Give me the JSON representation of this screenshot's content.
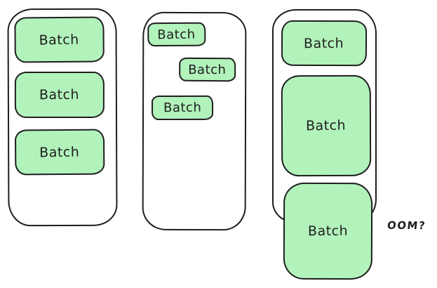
{
  "colors": {
    "stroke": "#1e1e1e",
    "batch_fill": "#b2f2bb",
    "container_fill": "#ffffff",
    "canvas_bg": "#ffffff"
  },
  "diagram": {
    "description": "Three memory containers holding batches: equal-sized batches, small varied batches, and growing batches where the largest overflows the container",
    "columns": [
      {
        "name": "uniform-batches",
        "boxes": [
          "Batch",
          "Batch",
          "Batch"
        ]
      },
      {
        "name": "varied-small-batches",
        "boxes": [
          "Batch",
          "Batch",
          "Batch"
        ]
      },
      {
        "name": "growing-batches",
        "boxes": [
          "Batch",
          "Batch",
          "Batch"
        ]
      }
    ],
    "annotation": "OOM?"
  }
}
